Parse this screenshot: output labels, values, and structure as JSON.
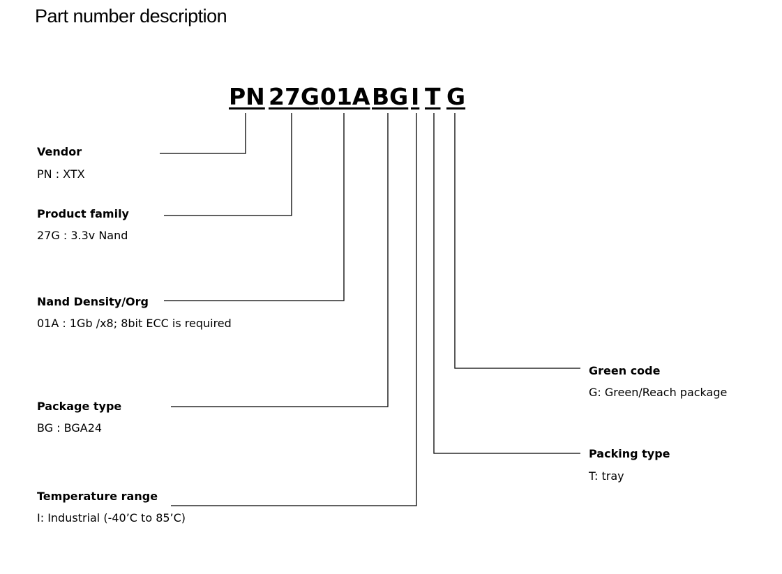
{
  "title": "Part number description",
  "part_number": {
    "segments": [
      "PN",
      "27G",
      "01A",
      "BG",
      "I",
      "T",
      "G"
    ]
  },
  "fields": [
    {
      "label": "Vendor",
      "desc": "PN : XTX"
    },
    {
      "label": "Product family",
      "desc": "27G : 3.3v Nand"
    },
    {
      "label": "Nand Density/Org",
      "desc": "01A : 1Gb /x8; 8bit ECC is required"
    },
    {
      "label": "Package type",
      "desc": "BG : BGA24"
    },
    {
      "label": "Temperature range",
      "desc": "I: Industrial (-40’C to 85’C)"
    },
    {
      "label": "Green code",
      "desc": "G: Green/Reach package"
    },
    {
      "label": "Packing type",
      "desc": "T: tray"
    }
  ]
}
